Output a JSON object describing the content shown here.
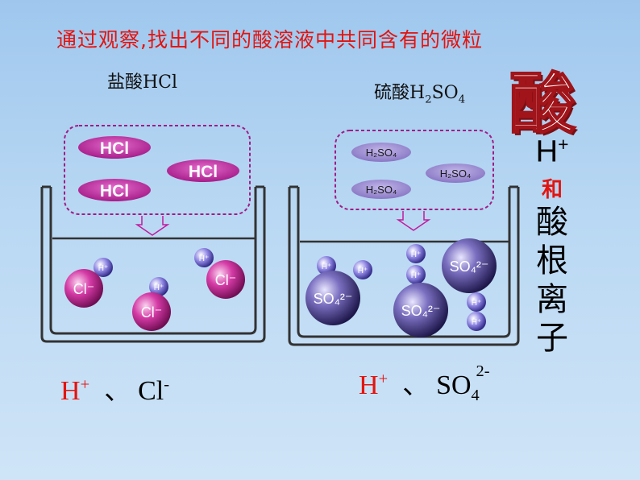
{
  "title": "通过观察,找出不同的酸溶液中共同含有的微粒",
  "hcl_label": "盐酸HCl",
  "h2so4_label": {
    "prefix": "硫酸",
    "h": "H",
    "h_sub": "2",
    "so": "SO",
    "so_sub": "4"
  },
  "big_char": "酸",
  "side": {
    "h": "H",
    "plus": "+",
    "he": "和",
    "chars": [
      "酸",
      "根",
      "离",
      "子"
    ]
  },
  "hcl_molecule": "HCl",
  "h2so4_molecule": "H₂SO₄",
  "ions": {
    "h": "H⁺",
    "cl": "Cl⁻",
    "so4": "SO₄²⁻"
  },
  "bottom_left": {
    "h": "H",
    "h_sup": "+",
    "sep": "、",
    "cl": "Cl",
    "cl_sup": "-"
  },
  "bottom_right": {
    "h": "H",
    "h_sup": "+",
    "sep": "、",
    "so": "SO",
    "so_sub": "4",
    "so_sup": "2-"
  },
  "colors": {
    "title": "#e3140f",
    "hcl": "#c21a9e",
    "h2so4": "#8d7ac7",
    "cl_ion": "#b7167f",
    "so4_ion": "#3a2f78",
    "h_ion": "#3f37a8"
  }
}
